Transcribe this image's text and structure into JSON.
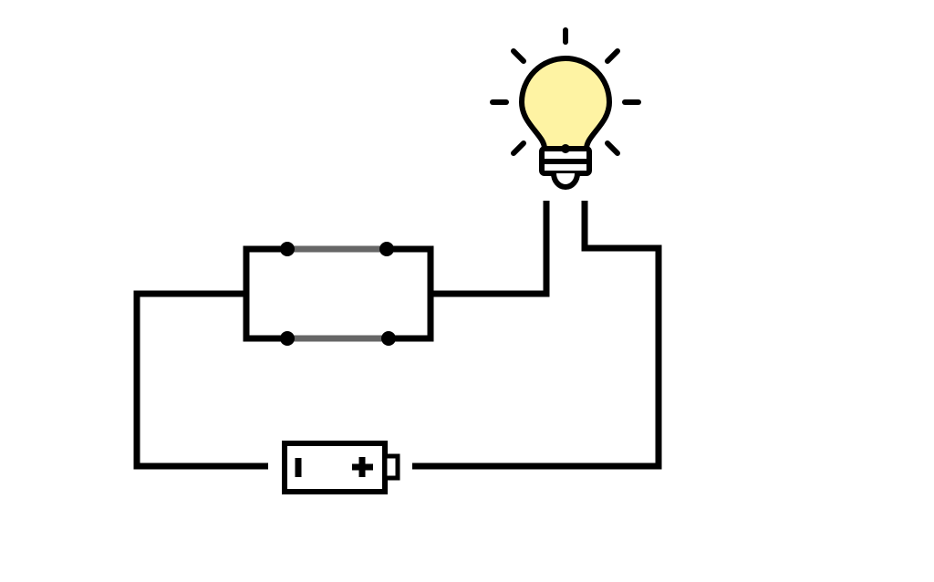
{
  "diagram": {
    "type": "circuit",
    "components": [
      "battery",
      "parallel-wires",
      "light-bulb"
    ],
    "colors": {
      "wire": "#000000",
      "parallel_conductor": "#666666",
      "bulb_glass": "#fef3a3",
      "background": "#ffffff"
    }
  }
}
